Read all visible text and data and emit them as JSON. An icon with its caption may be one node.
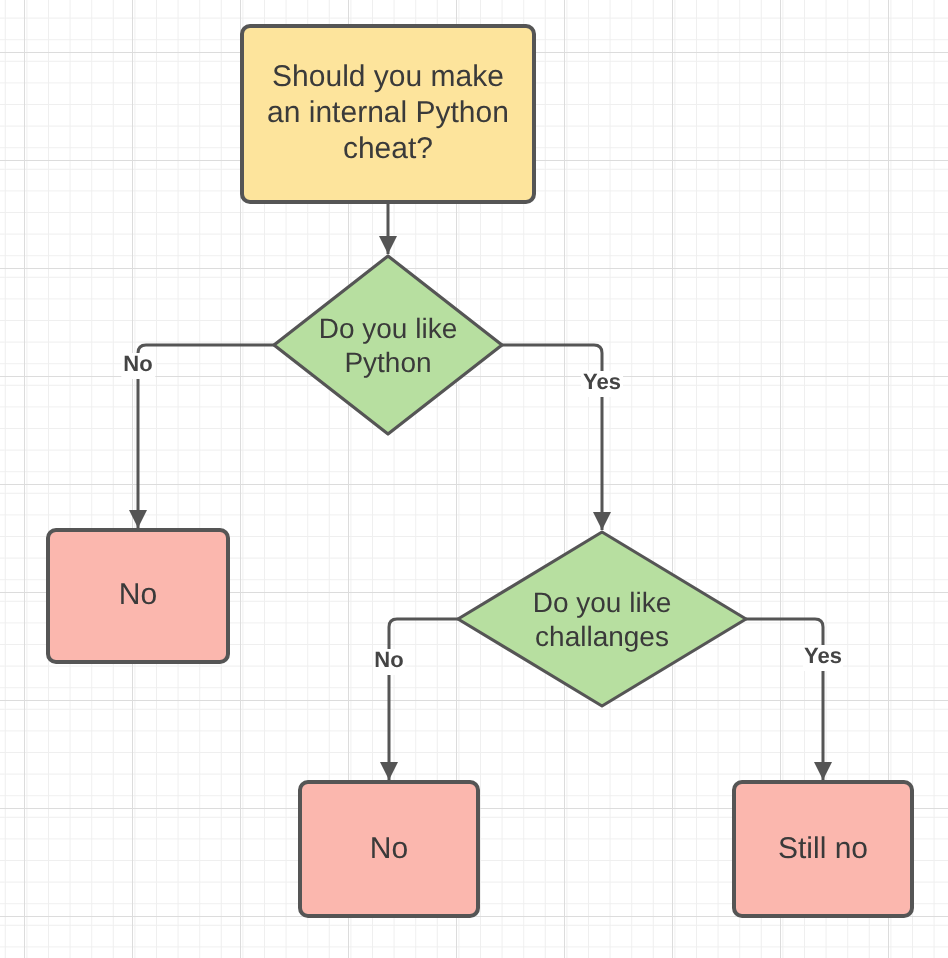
{
  "diagram": {
    "nodes": [
      {
        "text": [
          "Should you make an internal Python cheat?"
        ]
      },
      {
        "text": [
          "Do you like Python"
        ]
      },
      {
        "text": [
          "No"
        ]
      },
      {
        "text": [
          "Do you like challanges"
        ]
      },
      {
        "text": [
          "No"
        ]
      },
      {
        "text": [
          "Still no"
        ]
      }
    ],
    "edges": [
      {
        "from": 0,
        "to": 1,
        "arrow": "to"
      },
      {
        "from": 1,
        "to": 2,
        "arrow": "to",
        "label": "No"
      },
      {
        "from": 1,
        "to": 3,
        "arrow": "to",
        "label": "Yes"
      },
      {
        "from": 3,
        "to": 4,
        "arrow": "to",
        "label": "No"
      },
      {
        "from": 3,
        "to": 5,
        "arrow": "to",
        "label": "Yes"
      }
    ]
  }
}
